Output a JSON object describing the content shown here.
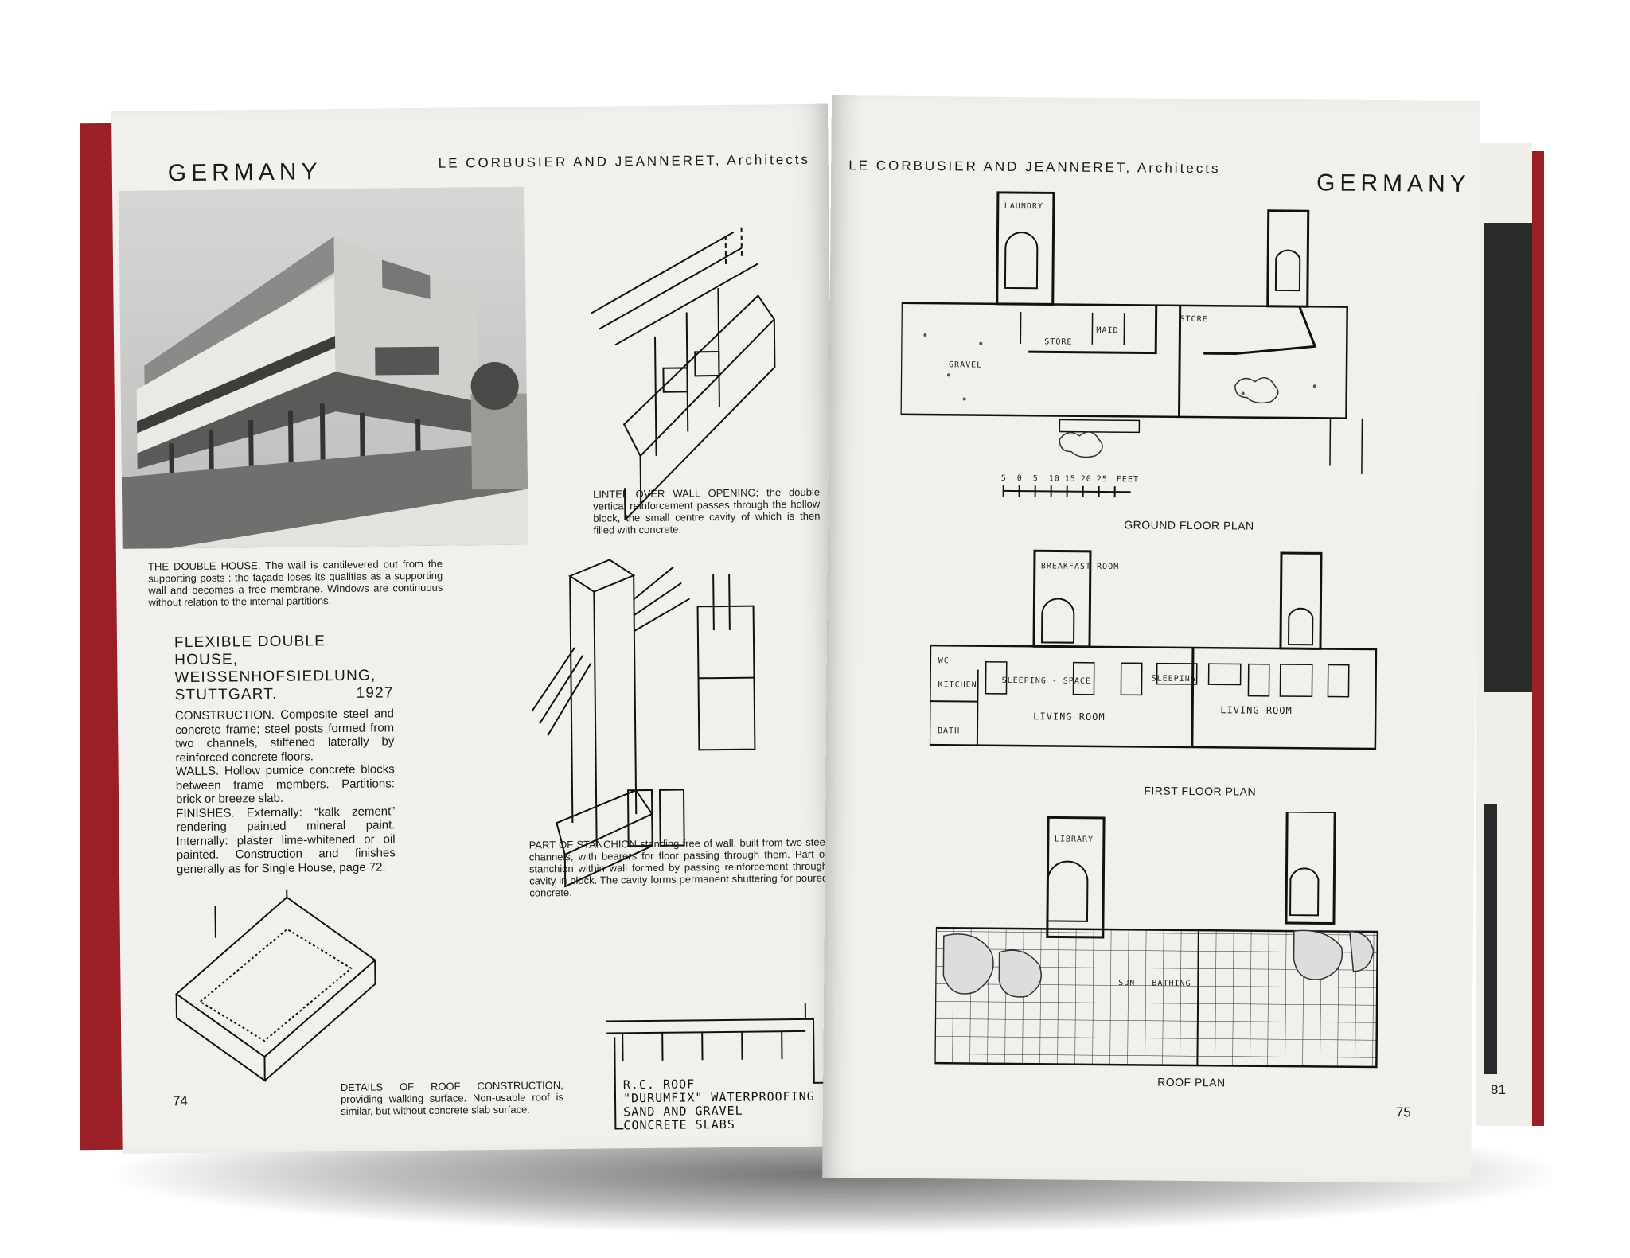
{
  "left_page": {
    "country": "GERMANY",
    "architects": "LE CORBUSIER AND JEANNERET, Architects",
    "photo_caption": "THE DOUBLE HOUSE. The wall is cantilevered out from the supporting posts ; the façade loses its qualities as a supporting wall and becomes a free membrane. Windows are continuous without relation to the internal partitions.",
    "title_lines": [
      "FLEXIBLE DOUBLE HOUSE,",
      "WEISSENHOFSIEDLUNG,"
    ],
    "title_city": "STUTTGART.",
    "title_year": "1927",
    "specs": [
      {
        "head": "CONSTRUCTION.",
        "text": "Composite steel and concrete frame; steel posts formed from two channels, stiffened laterally by reinforced concrete floors."
      },
      {
        "head": "WALLS.",
        "text": "Hollow pumice concrete blocks between frame members. Partitions: brick or breeze slab."
      },
      {
        "head": "FINISHES.",
        "text": "Externally: “kalk zement” rendering painted mineral paint. Internally: plaster lime-whitened or oil painted. Construction and finishes generally as for Single House, page 72."
      }
    ],
    "lintel_caption": "LINTEL OVER WALL OPENING; the double vertical reinforcement passes through the hollow block, the small centre cavity of which is then filled with concrete.",
    "stanchion_caption": "PART OF STANCHION standing free of wall, built from two steel channels, with bearers for floor passing through them. Part of stanchion within wall formed by passing reinforcement through cavity in block. The cavity forms permanent shuttering for poured concrete.",
    "roof_caption": "DETAILS OF ROOF CONSTRUCTION, providing walking surface. Non-usable roof is similar, but without concrete slab surface.",
    "roof_section_labels": [
      "R.C. ROOF",
      "\"DURUMFIX\" WATERPROOFING",
      "SAND AND GRAVEL",
      "CONCRETE SLABS"
    ],
    "page_number": "74"
  },
  "right_page": {
    "architects": "LE CORBUSIER AND JEANNERET, Architects",
    "country": "GERMANY",
    "ground_floor": {
      "label": "GROUND FLOOR PLAN",
      "rooms": [
        "LAUNDRY",
        "STORE",
        "MAID",
        "STORE",
        "GRAVEL"
      ],
      "scale_numbers": [
        "5",
        "0",
        "5",
        "10",
        "15",
        "20",
        "25"
      ],
      "scale_unit": "FEET"
    },
    "first_floor": {
      "label": "FIRST FLOOR PLAN",
      "rooms": [
        "BREAKFAST ROOM",
        "WC",
        "KITCHEN",
        "SLEEPING - SPACE",
        "SLEEPING",
        "LIVING ROOM",
        "LIVING ROOM",
        "BATH"
      ]
    },
    "roof": {
      "label": "ROOF PLAN",
      "rooms": [
        "LIBRARY",
        "SUN - BATHING"
      ]
    },
    "page_number": "75"
  },
  "next_page": {
    "page_number": "81"
  },
  "colors": {
    "cover": "#9b1f27",
    "paper": "#f1f0ec",
    "ink": "#1a1a1a"
  }
}
